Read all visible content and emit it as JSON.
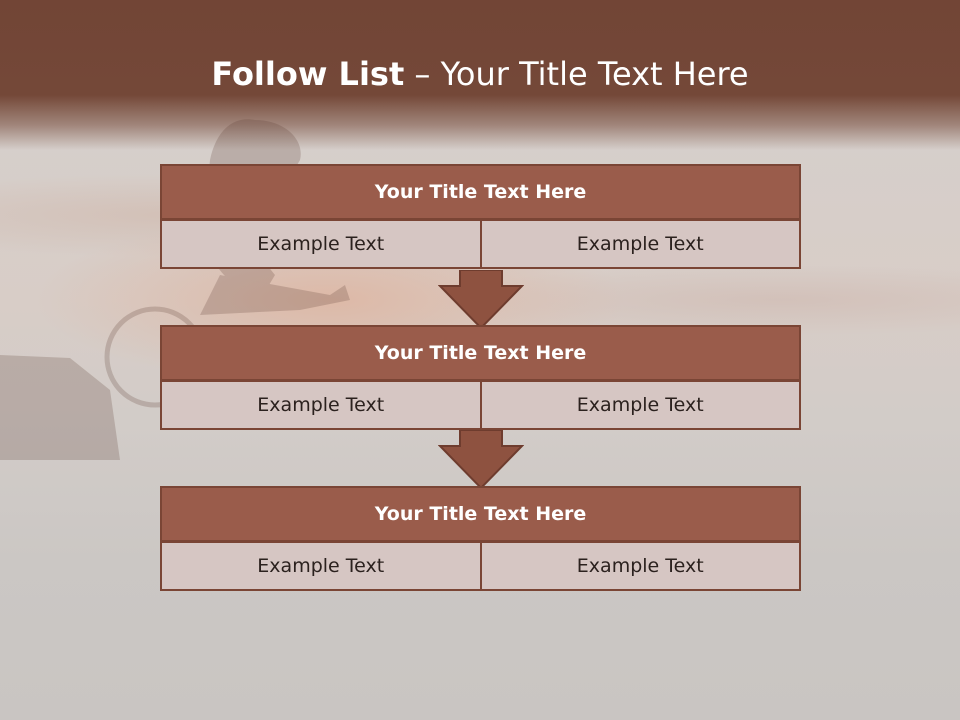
{
  "slide": {
    "title_bold": "Follow List",
    "title_rest": " – Your Title Text Here"
  },
  "steps": [
    {
      "title": "Your Title Text Here",
      "left": "Example Text",
      "right": "Example Text"
    },
    {
      "title": "Your Title Text Here",
      "left": "Example Text",
      "right": "Example Text"
    },
    {
      "title": "Your Title Text Here",
      "left": "Example Text",
      "right": "Example Text"
    }
  ],
  "colors": {
    "header": "#744838",
    "block_title": "#9a5c4b",
    "block_border": "#7a4535",
    "cell": "#d6c6c3",
    "arrow": "#8e5240"
  }
}
